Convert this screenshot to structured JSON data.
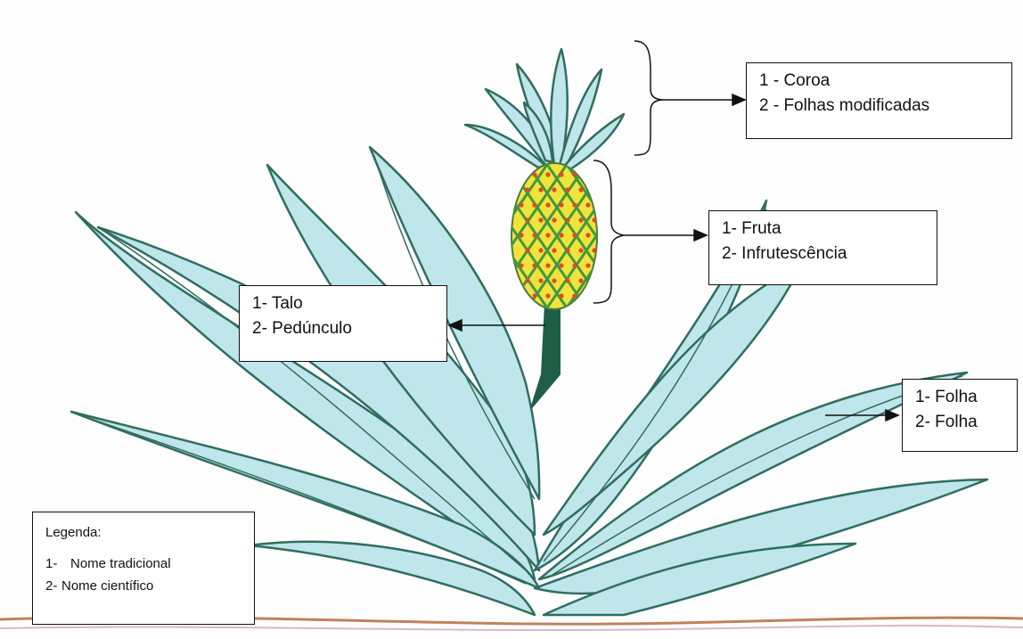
{
  "labels": {
    "coroa": {
      "line1": "1 - Coroa",
      "line2": "2 - Folhas modificadas"
    },
    "fruta": {
      "line1": "1- Fruta",
      "line2": "2- Infrutescência"
    },
    "talo": {
      "line1": "1- Talo",
      "line2": "2- Pedúnculo"
    },
    "folha": {
      "line1": "1- Folha",
      "line2": "2- Folha"
    }
  },
  "legend": {
    "title": "Legenda:",
    "items": [
      {
        "num": "1-",
        "text": "Nome tradicional"
      },
      {
        "num": "2-",
        "text": "Nome científico"
      }
    ]
  },
  "colors": {
    "leaf_fill": "#bfe6ea",
    "leaf_stroke": "#2f6e5f",
    "fruit_fill": "#f2e33a",
    "fruit_lattice": "#3f9a40",
    "fruit_dots": "#e04a2a",
    "soil": "#c0825c",
    "stem": "#1f5e47"
  }
}
